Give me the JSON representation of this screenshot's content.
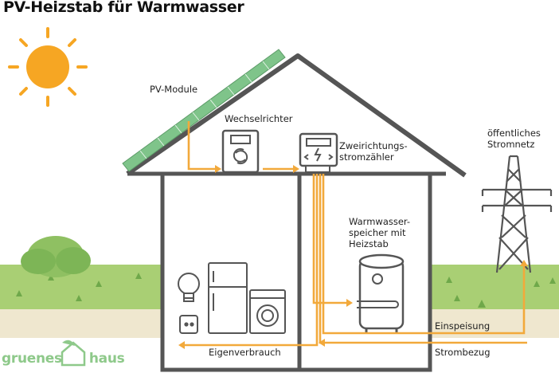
{
  "title": "PV-Heizstab für Warmwasser",
  "labels": {
    "pv_modules": "PV-Module",
    "inverter": "Wechselrichter",
    "meter_line1": "Zweirichtungs-",
    "meter_line2": "stromzähler",
    "grid_line1": "öffentliches",
    "grid_line2": "Stromnetz",
    "storage_line1": "Warmwasser-",
    "storage_line2": "speicher mit",
    "storage_line3": "Heizstab",
    "feed_in": "Einspeisung",
    "grid_supply": "Strombezug",
    "self_consumption": "Eigenverbrauch"
  },
  "logo": {
    "part1": "gruenes",
    "part2": "haus"
  },
  "colors": {
    "accent": "#f2a93b",
    "sun": "#f6a623",
    "grass": "#9cc96b",
    "house": "#555555",
    "panel": "#7fc48a"
  }
}
